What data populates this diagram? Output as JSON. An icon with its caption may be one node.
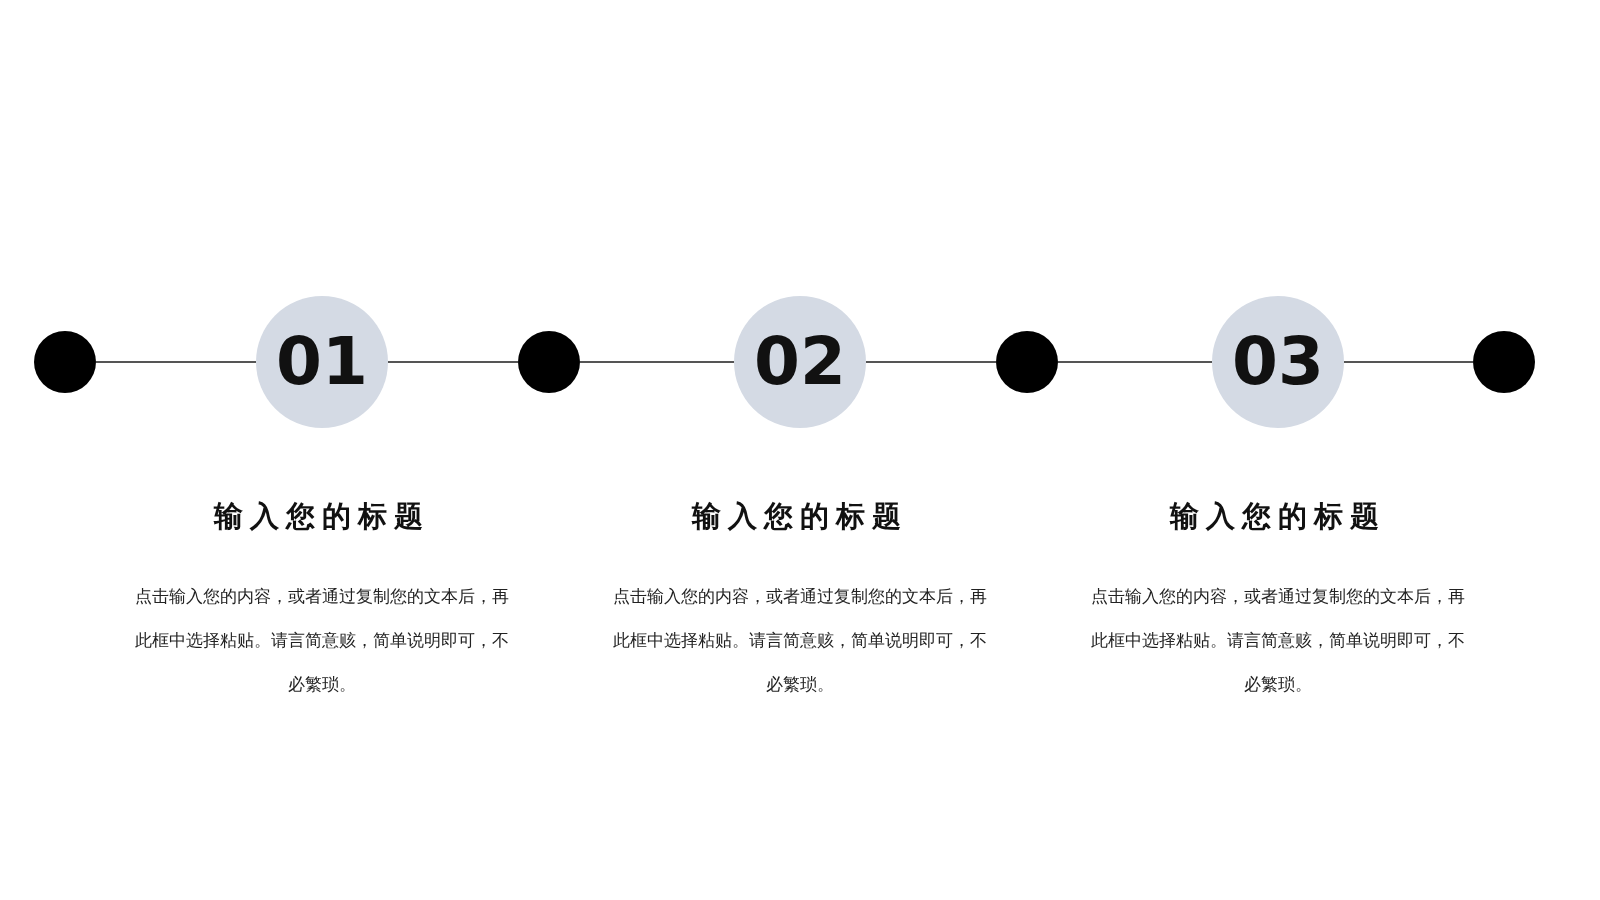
{
  "diagram": {
    "nodes": [
      {
        "text": [],
        "shape": "circle"
      },
      {
        "text": [
          "01"
        ],
        "beside": [
          "输入您的标题",
          "点击输入您的内容，或者通过复制您的文本后，再此框中选择粘贴。请言简意赅，简单说明即可，不必繁琐。"
        ]
      },
      {
        "text": [],
        "shape": "circle"
      },
      {
        "text": [
          "02"
        ],
        "beside": [
          "输入您的标题",
          "点击输入您的内容，或者通过复制您的文本后，再此框中选择粘贴。请言简意赅，简单说明即可，不必繁琐。"
        ]
      },
      {
        "text": [],
        "shape": "circle"
      },
      {
        "text": [
          "03"
        ],
        "beside": [
          "输入您的标题",
          "点击输入您的内容，或者通过复制您的文本后，再此框中选择粘贴。请言简意赅，简单说明即可，不必繁琐。"
        ]
      },
      {
        "text": [],
        "shape": "circle"
      }
    ],
    "edges": [
      {
        "from": 0,
        "to": 1,
        "arrow": "none"
      },
      {
        "from": 1,
        "to": 2,
        "arrow": "none"
      },
      {
        "from": 2,
        "to": 3,
        "arrow": "none"
      },
      {
        "from": 3,
        "to": 4,
        "arrow": "none"
      },
      {
        "from": 4,
        "to": 5,
        "arrow": "none"
      },
      {
        "from": 5,
        "to": 6,
        "arrow": "none"
      }
    ]
  }
}
